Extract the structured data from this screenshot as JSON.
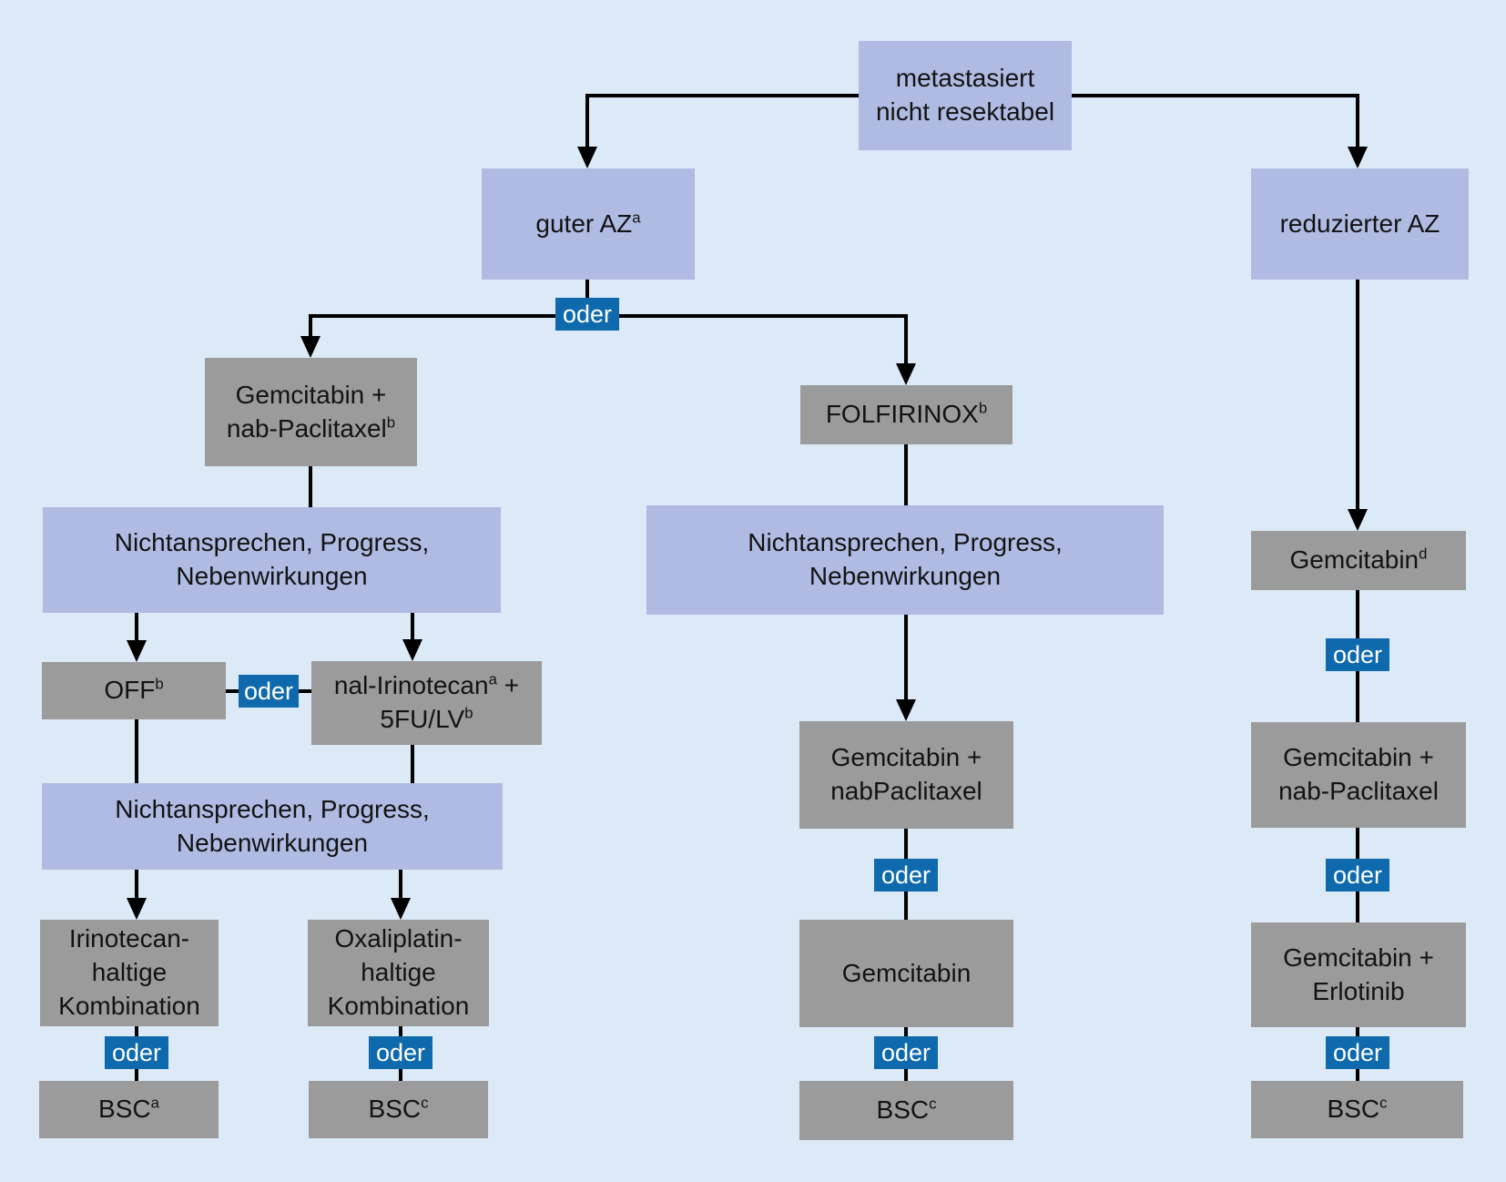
{
  "labels": {
    "oder": "oder"
  },
  "colors": {
    "background": "#dce9f7",
    "decision_box": "#afbbe2",
    "therapy_box": "#9b9b9b",
    "connector_label": "#0f6aad",
    "line": "#000000",
    "text": "#131313"
  },
  "nodes": {
    "root": {
      "line1": "metastasiert",
      "line2": "nicht resektabel"
    },
    "guter_az": {
      "text": "guter AZ",
      "sup": "a"
    },
    "reduzierter_az": {
      "text": "reduzierter AZ"
    },
    "gem_nabp_left": {
      "line1": "Gemcitabin +",
      "line2": "nab-Paclitaxel",
      "line2_sup": "b"
    },
    "folfirinox": {
      "text": "FOLFIRINOX",
      "sup": "b"
    },
    "nichtansprechen_left1": {
      "line1": "Nichtansprechen, Progress,",
      "line2": "Nebenwirkungen"
    },
    "off": {
      "text": "OFF",
      "sup": "b"
    },
    "nal_irinotecan": {
      "line1_a": "nal-Irinotecan",
      "line1_sup": "a",
      "line1_b": " +",
      "line2": "5FU/LV",
      "line2_sup": "b"
    },
    "nichtansprechen_left2": {
      "line1": "Nichtansprechen, Progress,",
      "line2": "Nebenwirkungen"
    },
    "irinotecan_kombi": {
      "line1": "Irinotecan-",
      "line2": "haltige",
      "line3": "Kombination"
    },
    "oxaliplatin_kombi": {
      "line1": "Oxaliplatin-",
      "line2": "haltige",
      "line3": "Kombination"
    },
    "bsc_a": {
      "text": "BSC",
      "sup": "a"
    },
    "bsc_c_left": {
      "text": "BSC",
      "sup": "c"
    },
    "nichtansprechen_mid": {
      "line1": "Nichtansprechen, Progress,",
      "line2": "Nebenwirkungen"
    },
    "gem_nabp_mid": {
      "line1": "Gemcitabin +",
      "line2": "nabPaclitaxel"
    },
    "gemcitabin_mid": {
      "text": "Gemcitabin"
    },
    "bsc_c_mid": {
      "text": "BSC",
      "sup": "c"
    },
    "gemcitabin_d": {
      "text": "Gemcitabin",
      "sup": "d"
    },
    "gem_nabp_right": {
      "line1": "Gemcitabin +",
      "line2": "nab-Paclitaxel"
    },
    "gem_erlotinib": {
      "line1": "Gemcitabin +",
      "line2": "Erlotinib"
    },
    "bsc_c_right": {
      "text": "BSC",
      "sup": "c"
    }
  }
}
